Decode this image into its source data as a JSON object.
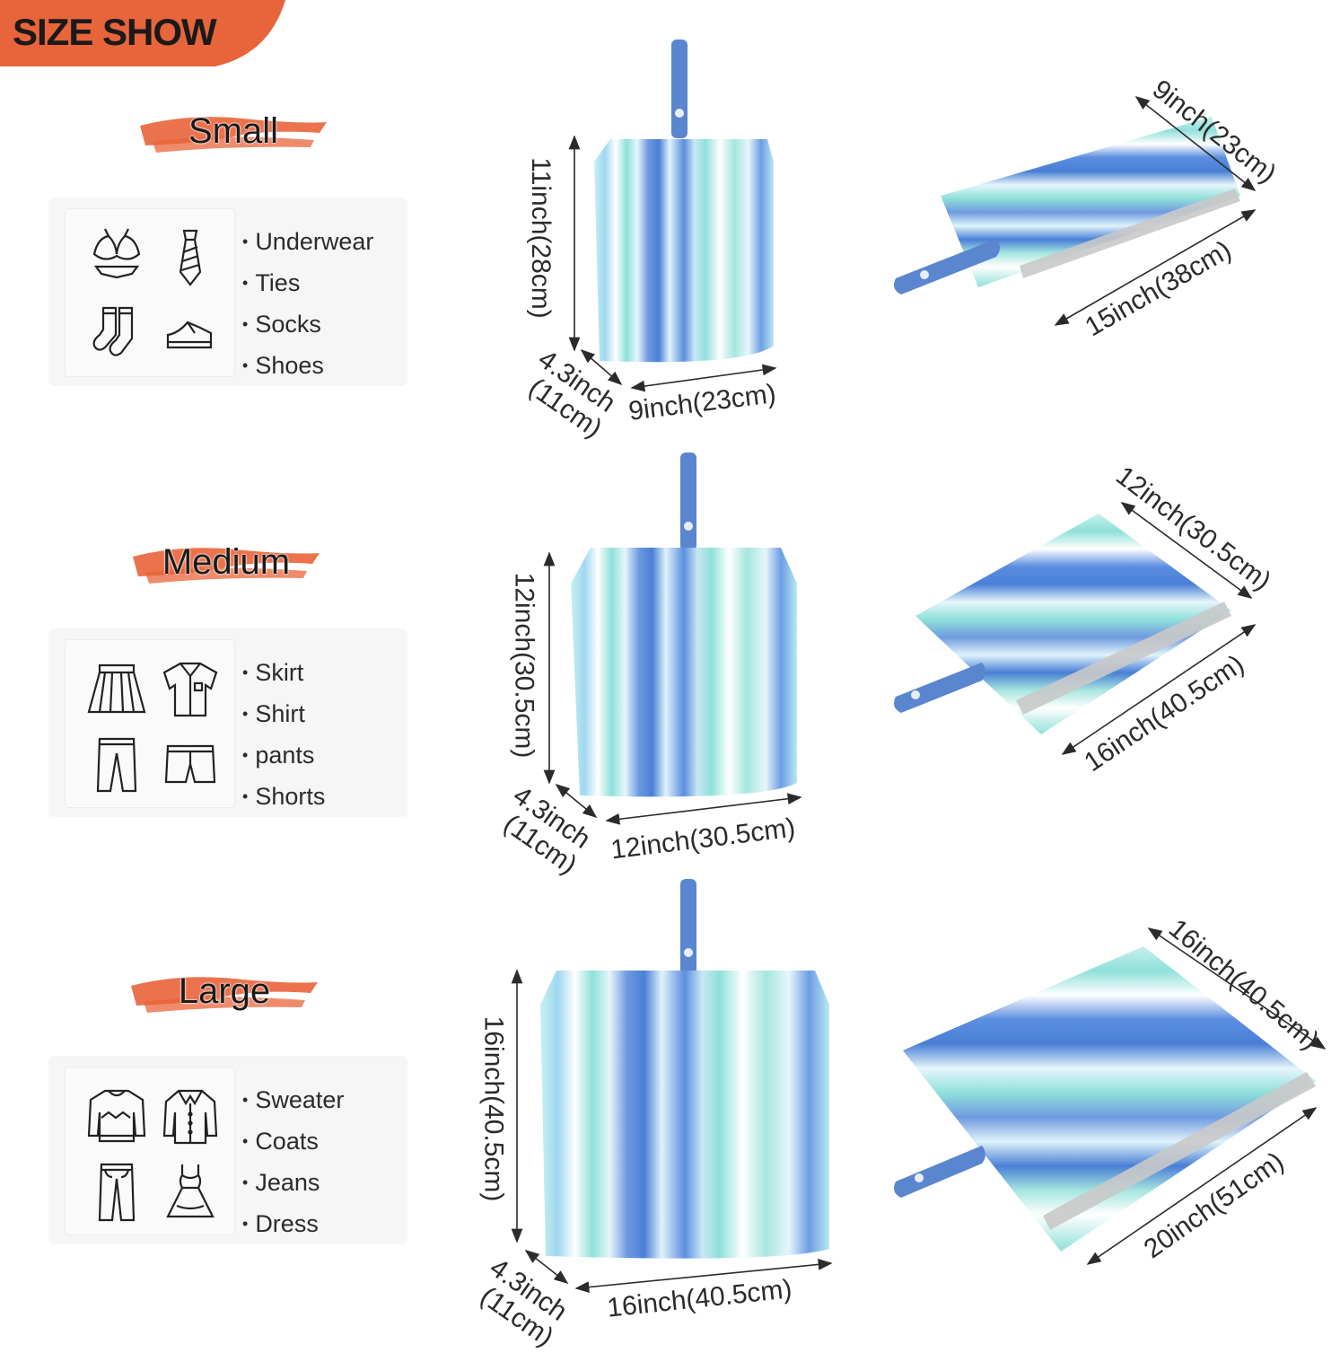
{
  "banner": {
    "title": "SIZE SHOW",
    "color": "#e8643a"
  },
  "colors": {
    "brush": "#e8643a",
    "stripe_blue": "#4a7fd6",
    "stripe_teal": "#8fe0da",
    "strap": "#5a86d0"
  },
  "sizes": [
    {
      "label": "Small",
      "icons": [
        "bra-icon",
        "tie-icon",
        "socks-icon",
        "shoe-icon"
      ],
      "items": [
        "Underwear",
        "Ties",
        "Socks",
        "Shoes"
      ],
      "bag_dims": {
        "height": "11inch(28cm)",
        "depth_1": "4.3inch",
        "depth_2": "(11cm)",
        "width": "9inch(23cm)"
      },
      "flat_dims": {
        "top": "9inch(23cm)",
        "bottom": "15inch(38cm)"
      }
    },
    {
      "label": "Medium",
      "icons": [
        "skirt-icon",
        "shirt-icon",
        "pants-icon",
        "shorts-icon"
      ],
      "items": [
        "Skirt",
        "Shirt",
        "pants",
        "Shorts"
      ],
      "bag_dims": {
        "height": "12inch(30.5cm)",
        "depth_1": "4.3inch",
        "depth_2": "(11cm)",
        "width": "12inch(30.5cm)"
      },
      "flat_dims": {
        "top": "12inch(30.5cm)",
        "bottom": "16inch(40.5cm)"
      }
    },
    {
      "label": "Large",
      "icons": [
        "sweater-icon",
        "coat-icon",
        "jeans-icon",
        "dress-icon"
      ],
      "items": [
        "Sweater",
        "Coats",
        "Jeans",
        "Dress"
      ],
      "bag_dims": {
        "height": "16inch(40.5cm)",
        "depth_1": "4.3inch",
        "depth_2": "(11cm)",
        "width": "16inch(40.5cm)"
      },
      "flat_dims": {
        "top": "16inch(40.5cm)",
        "bottom": "20inch(51cm)"
      }
    }
  ]
}
